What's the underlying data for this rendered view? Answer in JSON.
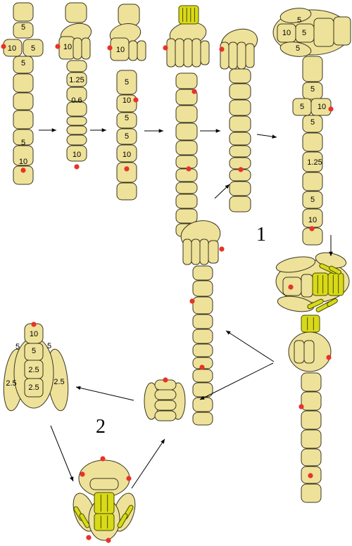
{
  "palette": {
    "cell_fill": "#EEE29A",
    "cell_stroke": "#3b3520",
    "marker": "#E8322A",
    "rod_fill": "#D8DA18",
    "rod_stroke": "#4a4a00",
    "arrow": "#000000"
  },
  "cycle_labels": {
    "cycle_1": "1",
    "cycle_2": "2"
  },
  "stages": {
    "s1": {
      "a": "5",
      "b": "10",
      "c": "5",
      "d": "5",
      "e": "5",
      "f": "10"
    },
    "s2": {
      "a": "10",
      "b": "1.25",
      "c": "0.6",
      "d": "10"
    },
    "s3": {
      "a": "10",
      "b": "5",
      "c": "10",
      "d": "5",
      "e": "5",
      "f": "10"
    },
    "s6": {
      "a": "5",
      "b": "10",
      "c": "5",
      "d": "5",
      "e": "5",
      "f": "5",
      "g": "10",
      "h": "5",
      "i": "1.25",
      "j": "5",
      "k": "10"
    },
    "s11": {
      "a": "10",
      "b": "5",
      "c": "5",
      "d": "5",
      "e": "2.5",
      "f": "2.5",
      "g": "2.5",
      "h": "2.5"
    }
  }
}
